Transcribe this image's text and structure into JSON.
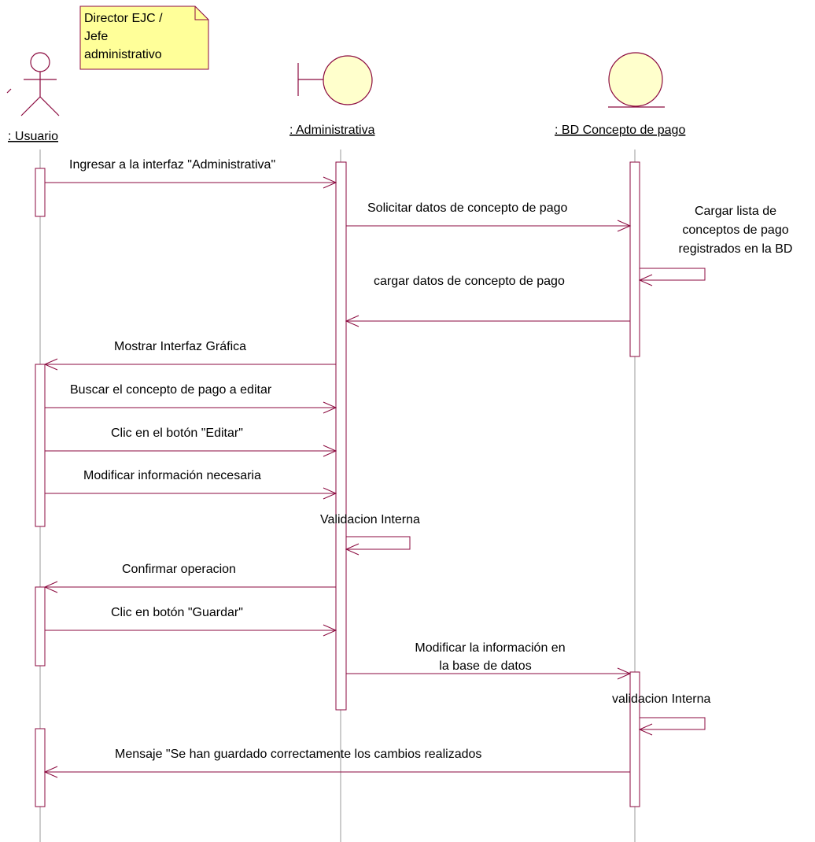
{
  "colors": {
    "line": "#8b0a3f",
    "lifeline": "#999999",
    "fill": "#ffffcc",
    "note_fill": "#ffff99",
    "text": "#000000"
  },
  "note": {
    "lines": [
      "Director EJC /",
      "Jefe",
      "administrativo"
    ]
  },
  "participants": [
    {
      "id": "usuario",
      "kind": "actor",
      "label": ": Usuario"
    },
    {
      "id": "administrativa",
      "kind": "boundary",
      "label": ": Administrativa"
    },
    {
      "id": "bd",
      "kind": "entity",
      "label": ":  BD Concepto de pago"
    }
  ],
  "messages": [
    {
      "from": "usuario",
      "to": "administrativa",
      "lines": [
        "Ingresar a la interfaz \"Administrativa\""
      ]
    },
    {
      "from": "administrativa",
      "to": "bd",
      "lines": [
        "Solicitar datos de concepto de pago"
      ]
    },
    {
      "from": "bd",
      "to": "bd",
      "lines": [
        "Cargar lista de",
        "conceptos de pago",
        "registrados en la BD"
      ]
    },
    {
      "from": "bd",
      "to": "administrativa",
      "lines": [
        "cargar datos de concepto de pago"
      ]
    },
    {
      "from": "administrativa",
      "to": "usuario",
      "lines": [
        "Mostrar Interfaz Gráfica"
      ]
    },
    {
      "from": "usuario",
      "to": "administrativa",
      "lines": [
        "Buscar el concepto de pago a editar"
      ]
    },
    {
      "from": "usuario",
      "to": "administrativa",
      "lines": [
        "Clic en el botón \"Editar\""
      ]
    },
    {
      "from": "usuario",
      "to": "administrativa",
      "lines": [
        "Modificar información necesaria"
      ]
    },
    {
      "from": "administrativa",
      "to": "administrativa",
      "lines": [
        "Validacion Interna"
      ]
    },
    {
      "from": "administrativa",
      "to": "usuario",
      "lines": [
        "Confirmar operacion"
      ]
    },
    {
      "from": "usuario",
      "to": "administrativa",
      "lines": [
        "Clic en botón \"Guardar\""
      ]
    },
    {
      "from": "administrativa",
      "to": "bd",
      "lines": [
        "Modificar la información en",
        "la base de datos"
      ]
    },
    {
      "from": "bd",
      "to": "bd",
      "lines": [
        "validacion Interna"
      ]
    },
    {
      "from": "bd",
      "to": "usuario",
      "lines": [
        "Mensaje \"Se han guardado correctamente los cambios realizados"
      ]
    }
  ]
}
